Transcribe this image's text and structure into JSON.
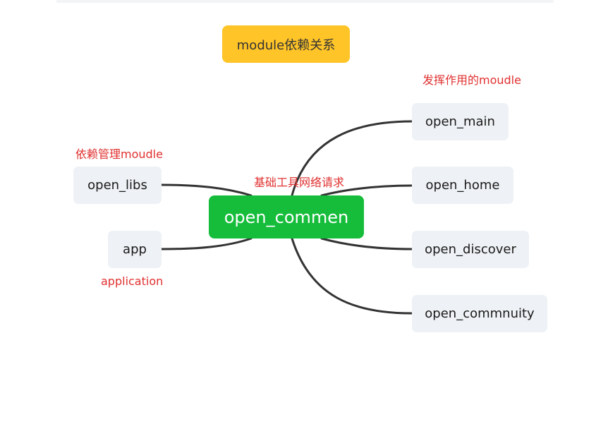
{
  "title": "module依赖关系",
  "center": {
    "label": "open_commen",
    "note": "基础工具网络请求"
  },
  "left_nodes": [
    {
      "label": "open_libs",
      "note": "依赖管理moudle"
    },
    {
      "label": "app",
      "note": "application"
    }
  ],
  "right_nodes": [
    {
      "label": "open_main"
    },
    {
      "label": "open_home"
    },
    {
      "label": "open_discover"
    },
    {
      "label": "open_commnuity"
    }
  ],
  "right_group_note": "发挥作用的moudle",
  "colors": {
    "title_bg": "#ffc427",
    "center_bg": "#16bd3b",
    "leaf_bg": "#eef1f5",
    "note_text": "#e0302f",
    "link": "#333333"
  }
}
